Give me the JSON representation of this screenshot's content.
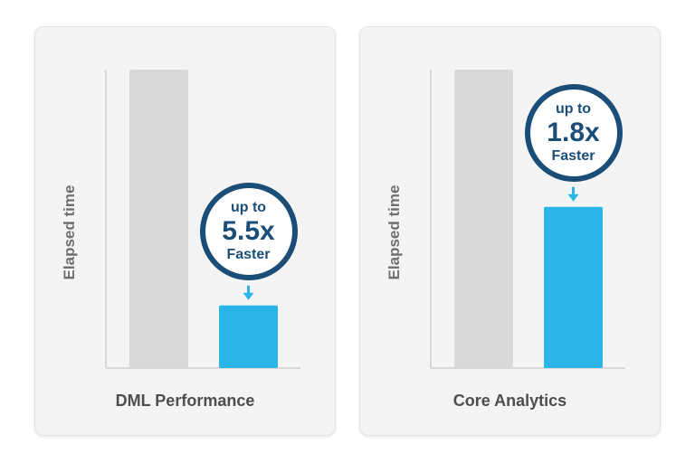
{
  "colors": {
    "baseline_bar": "#d9d9d9",
    "improved_bar": "#29b5e8",
    "badge_ring": "#1a4e78",
    "arrow": "#29b5e8",
    "axis": "#cfcfcf"
  },
  "chart_data": [
    {
      "type": "bar",
      "categories": [
        "",
        ""
      ],
      "values": [
        1.0,
        0.21
      ],
      "ylim": [
        0,
        1
      ],
      "xlabel": "DML Performance",
      "ylabel": "Elapsed time",
      "grid": false,
      "annotation": {
        "top": "up to",
        "value": "5.5x",
        "bottom": "Faster"
      }
    },
    {
      "type": "bar",
      "categories": [
        "",
        ""
      ],
      "values": [
        1.0,
        0.54
      ],
      "ylim": [
        0,
        1
      ],
      "xlabel": "Core Analytics",
      "ylabel": "Elapsed time",
      "grid": false,
      "annotation": {
        "top": "up to",
        "value": "1.8x",
        "bottom": "Faster"
      }
    }
  ]
}
